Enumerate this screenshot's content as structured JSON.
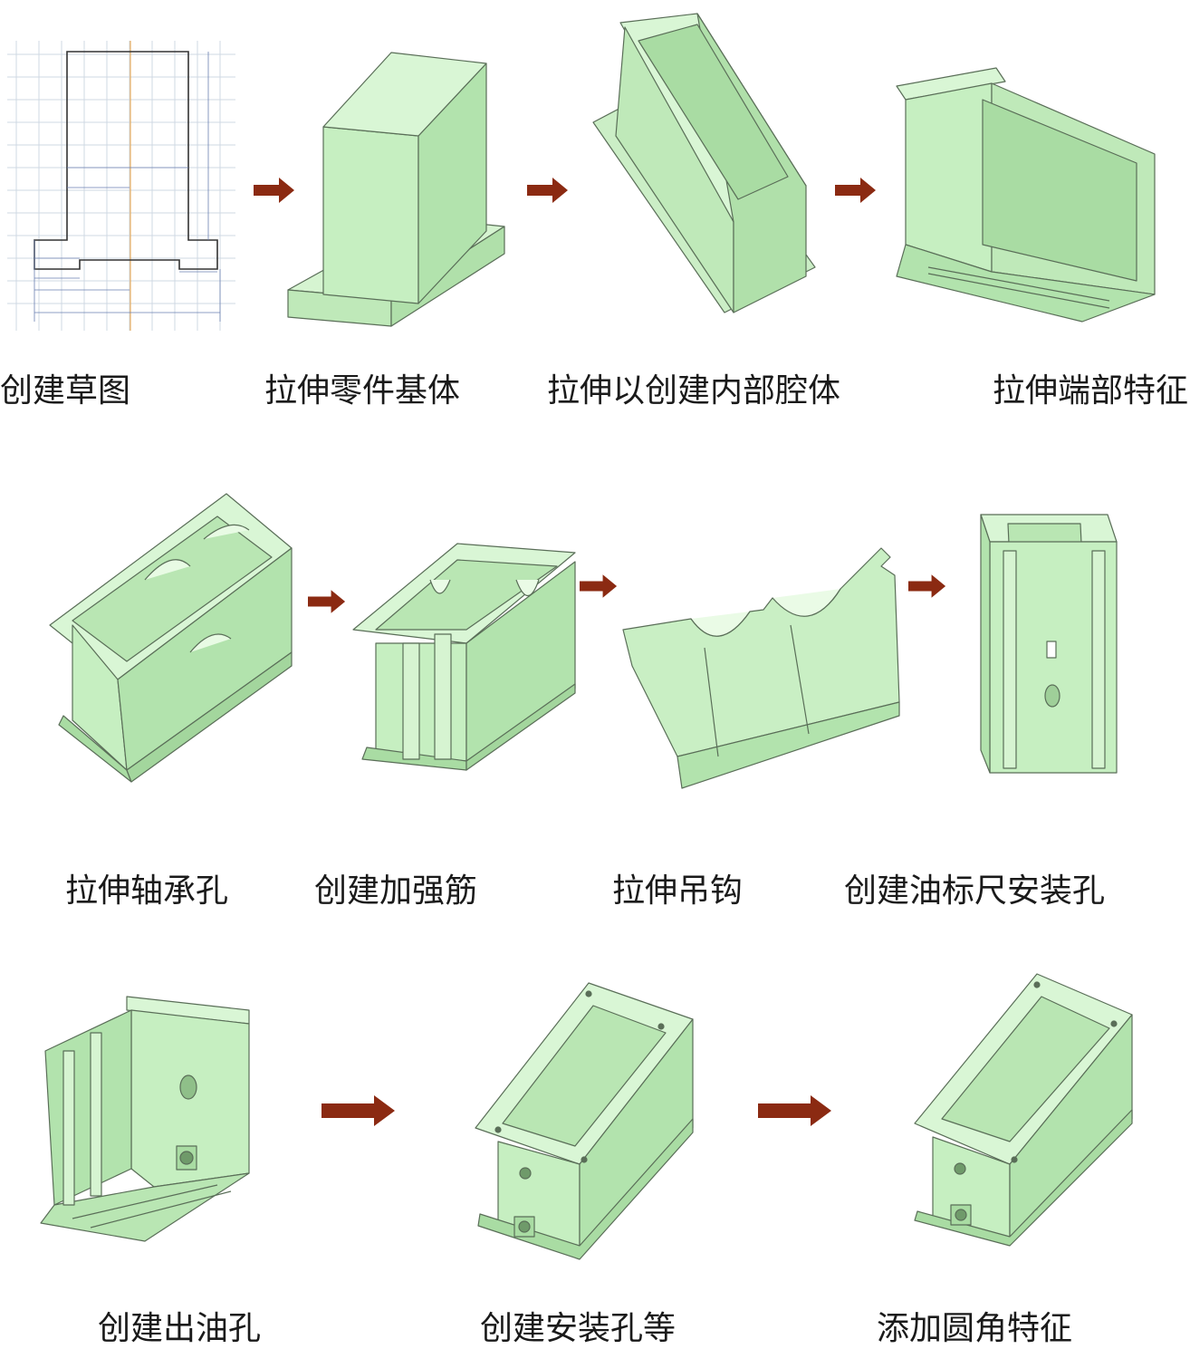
{
  "rows": [
    {
      "steps": [
        {
          "label": "创建草图"
        },
        {
          "label": "拉伸零件基体"
        },
        {
          "label": "拉伸以创建内部腔体"
        },
        {
          "label": "拉伸端部特征"
        }
      ]
    },
    {
      "steps": [
        {
          "label": "拉伸轴承孔"
        },
        {
          "label": "创建加强筋"
        },
        {
          "label": "拉伸吊钩"
        },
        {
          "label": "创建油标尺安装孔"
        }
      ]
    },
    {
      "steps": [
        {
          "label": "创建出油孔"
        },
        {
          "label": "创建安装孔等"
        },
        {
          "label": "添加圆角特征"
        }
      ]
    }
  ],
  "colors": {
    "part_fill": "#c9efc4",
    "part_side": "#b2e3ad",
    "part_edge": "#5a6e58",
    "arrow": "#8b2a12",
    "grid": "#cfd8e3"
  },
  "icons": [
    "flow-arrow-icon"
  ]
}
